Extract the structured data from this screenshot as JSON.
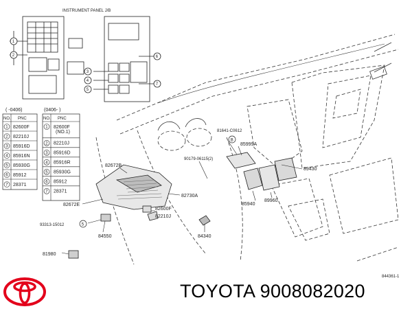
{
  "panel_title": "INSTRUMENT PANEL J/B",
  "callouts": [
    "1",
    "2",
    "3",
    "4",
    "5",
    "6",
    "7"
  ],
  "table_left": {
    "period": "( -0406)",
    "headers": [
      "NO.",
      "PNC"
    ],
    "rows": [
      [
        "1",
        "82600F"
      ],
      [
        "2",
        "82210J"
      ],
      [
        "3",
        "85916D"
      ],
      [
        "4",
        "85916N"
      ],
      [
        "5",
        "85930G"
      ],
      [
        "6",
        "85912"
      ],
      [
        "7",
        "28371"
      ]
    ]
  },
  "table_right": {
    "period": "(0406-   )",
    "headers": [
      "NO.",
      "PNC"
    ],
    "rows": [
      [
        "1",
        "82600F\n(NO.1)"
      ],
      [
        "2",
        "82210J"
      ],
      [
        "3",
        "85916D"
      ],
      [
        "4",
        "85916R"
      ],
      [
        "5",
        "85930G"
      ],
      [
        "6",
        "85912"
      ],
      [
        "7",
        "28371"
      ]
    ]
  },
  "part_labels": {
    "p81641": "81641-C0612",
    "b_marker": "B",
    "p85999A": "85999A",
    "p90179": "90179-06115(2)",
    "p89430": "89430",
    "p82672B": "82672B",
    "p82730A": "82730A",
    "p85940": "85940",
    "p89960": "89960",
    "p82672E": "82672E",
    "p82600F": "82600F",
    "p82210J": "82210J",
    "p93313": "93313-15012",
    "c5": "5",
    "p84550": "84550",
    "p84340": "84340",
    "p81980": "81980",
    "figref": "844361-1"
  },
  "brand_caption": "TOYOTA 9008082020"
}
